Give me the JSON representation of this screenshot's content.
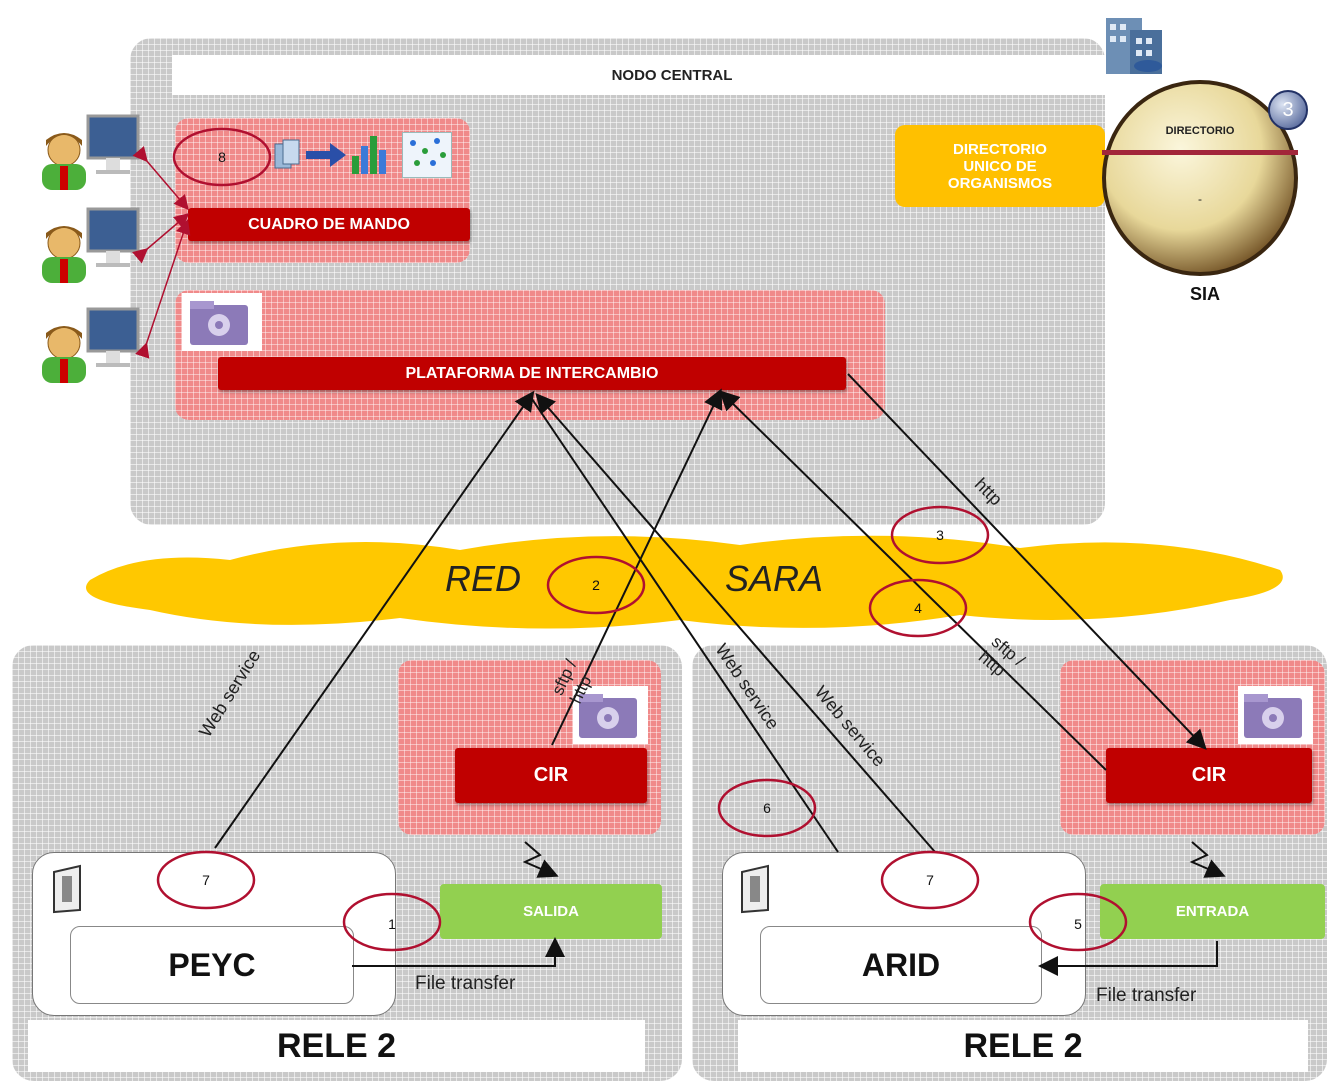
{
  "nodo_central": {
    "title": "NODO CENTRAL"
  },
  "cuadro_mando": {
    "label": "CUADRO DE MANDO",
    "step": "8"
  },
  "plataforma": {
    "label": "PLATAFORMA DE INTERCAMBIO"
  },
  "directorio": {
    "box_label": "DIRECTORIO\nUNICO DE\nORGANISMOS",
    "globe_label": "DIRECTORIO",
    "globe_dot": "-",
    "badge": "3",
    "sia_label": "SIA"
  },
  "red_sara": {
    "red": "RED",
    "sara": "SARA",
    "step_2": "2",
    "step_3": "3",
    "step_4": "4"
  },
  "left_node": {
    "cir": "CIR",
    "salida": "SALIDA",
    "app": "PEYC",
    "step_7": "7",
    "step_1": "1",
    "file_transfer": "File transfer",
    "rele": "RELE 2"
  },
  "right_node": {
    "cir": "CIR",
    "entrada": "ENTRADA",
    "app": "ARID",
    "step_7": "7",
    "step_6": "6",
    "step_5": "5",
    "file_transfer": "File transfer",
    "rele": "RELE 2"
  },
  "connections": {
    "web_service_1": "Web service",
    "sftp_http_1": "sftp /\nhttp",
    "web_service_2": "Web service",
    "web_service_3": "Web service",
    "http": "http",
    "sftp_http_2": "sftp /\nhttp"
  },
  "colors": {
    "red_bar": "#c00000",
    "green": "#92d050",
    "yellow_cloud": "#ffc800",
    "orange_box": "#ffc000"
  }
}
